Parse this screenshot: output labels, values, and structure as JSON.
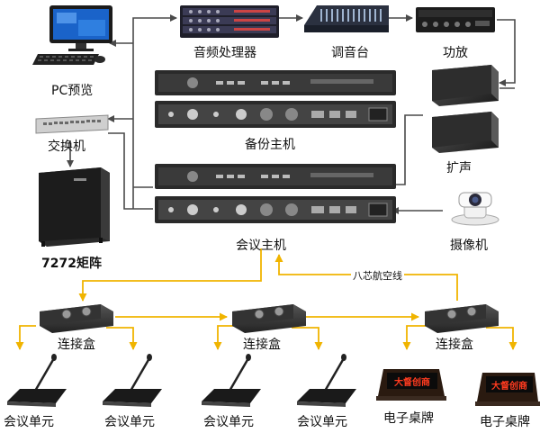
{
  "labels": {
    "pc": "PC预览",
    "switch": "交换机",
    "matrix": "7272矩阵",
    "audio_processor": "音频处理器",
    "mixer": "调音台",
    "amplifier": "功放",
    "backup_host": "备份主机",
    "speaker": "扩声",
    "camera": "摄像机",
    "conference_host": "会议主机",
    "aviation_cable": "八芯航空线",
    "junction_box_1": "连接盒",
    "junction_box_2": "连接盒",
    "junction_box_3": "连接盒",
    "unit_1": "会议单元",
    "unit_2": "会议单元",
    "unit_3": "会议单元",
    "unit_4": "会议单元",
    "nameplate_1": "电子桌牌",
    "nameplate_2": "电子桌牌",
    "nameplate_screen_text": "大督创商"
  },
  "colors": {
    "connection_line": "#4a4a4a",
    "daisy_chain_line": "#f0b400",
    "device_dark": "#2b2b2b",
    "nameplate_text": "#ff3b1f"
  }
}
